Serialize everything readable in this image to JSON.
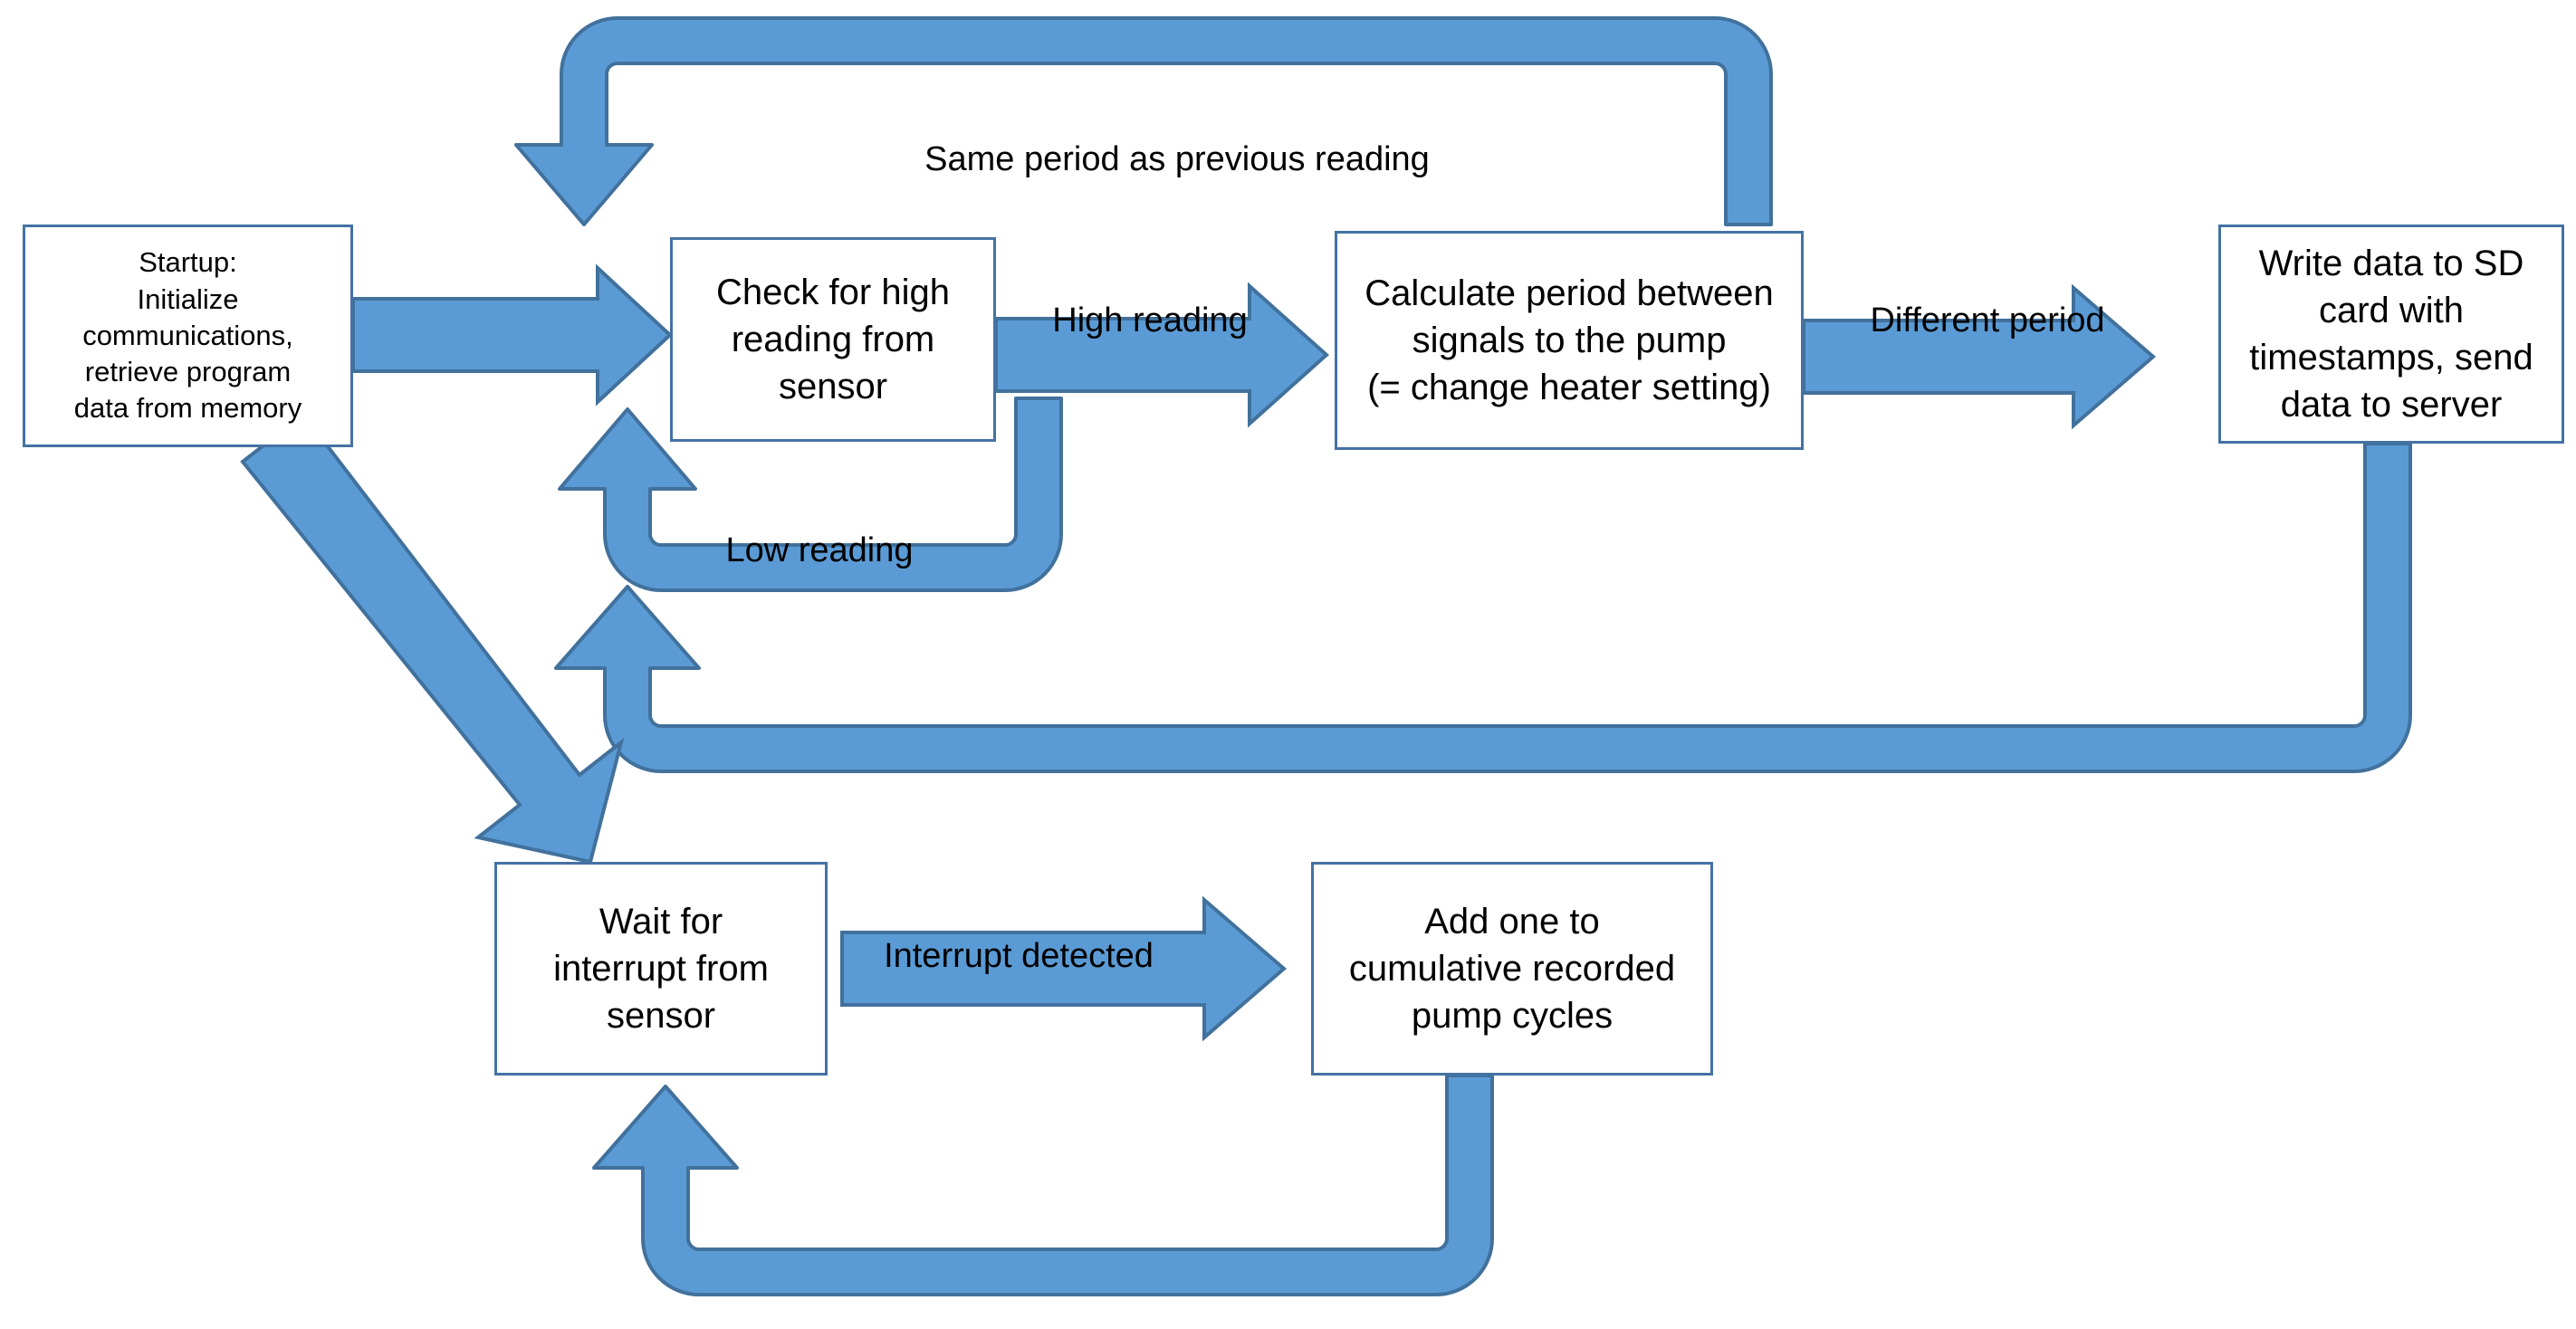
{
  "diagram": {
    "title": "Sensor monitoring and data logging flowchart",
    "colors": {
      "arrow_fill": "#5B9BD5",
      "arrow_stroke": "#41719C",
      "box_border": "#4472A3",
      "box_fill": "#FFFFFF",
      "text": "#000000",
      "background": "#FFFFFF"
    },
    "nodes": [
      {
        "id": "startup",
        "label": "Startup:\nInitialize\ncommunications,\nretrieve program\ndata from memory"
      },
      {
        "id": "check",
        "label": "Check for high\nreading from\nsensor"
      },
      {
        "id": "calculate",
        "label": "Calculate period between\nsignals to the pump\n(= change heater setting)"
      },
      {
        "id": "write",
        "label": "Write data to SD\ncard with\ntimestamps, send\ndata to server"
      },
      {
        "id": "wait",
        "label": "Wait for\ninterrupt from\nsensor"
      },
      {
        "id": "addone",
        "label": "Add one to\ncumulative recorded\npump cycles"
      }
    ],
    "edges": [
      {
        "id": "startup-to-check",
        "label": ""
      },
      {
        "id": "check-to-calculate",
        "label": "High reading"
      },
      {
        "id": "calculate-to-write",
        "label": "Different period"
      },
      {
        "id": "calculate-to-check-top",
        "label": "Same period as previous reading"
      },
      {
        "id": "check-low-loop",
        "label": "Low reading"
      },
      {
        "id": "write-to-check-loop",
        "label": ""
      },
      {
        "id": "startup-to-wait",
        "label": ""
      },
      {
        "id": "wait-to-addone",
        "label": "Interrupt detected"
      },
      {
        "id": "addone-to-wait-loop",
        "label": ""
      }
    ]
  }
}
